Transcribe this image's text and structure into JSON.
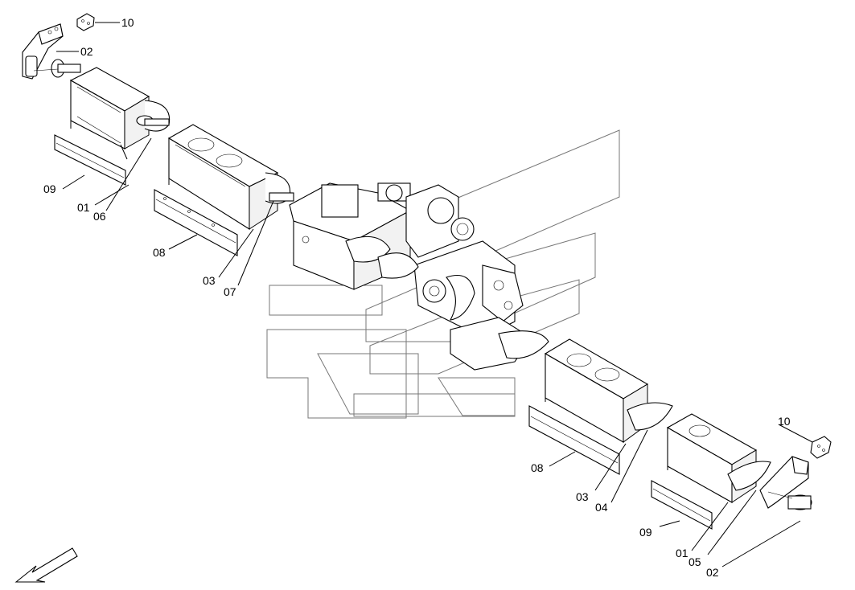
{
  "callouts": [
    {
      "id": "c01a",
      "text": "10"
    },
    {
      "id": "c02a",
      "text": "02"
    },
    {
      "id": "c09a",
      "text": "09"
    },
    {
      "id": "c01b",
      "text": "01"
    },
    {
      "id": "c06",
      "text": "06"
    },
    {
      "id": "c08a",
      "text": "08"
    },
    {
      "id": "c03a",
      "text": "03"
    },
    {
      "id": "c07",
      "text": "07"
    },
    {
      "id": "c08b",
      "text": "08"
    },
    {
      "id": "c03b",
      "text": "03"
    },
    {
      "id": "c04",
      "text": "04"
    },
    {
      "id": "c10b",
      "text": "10"
    },
    {
      "id": "c09b",
      "text": "09"
    },
    {
      "id": "c01c",
      "text": "01"
    },
    {
      "id": "c05",
      "text": "05"
    },
    {
      "id": "c02b",
      "text": "02"
    }
  ]
}
